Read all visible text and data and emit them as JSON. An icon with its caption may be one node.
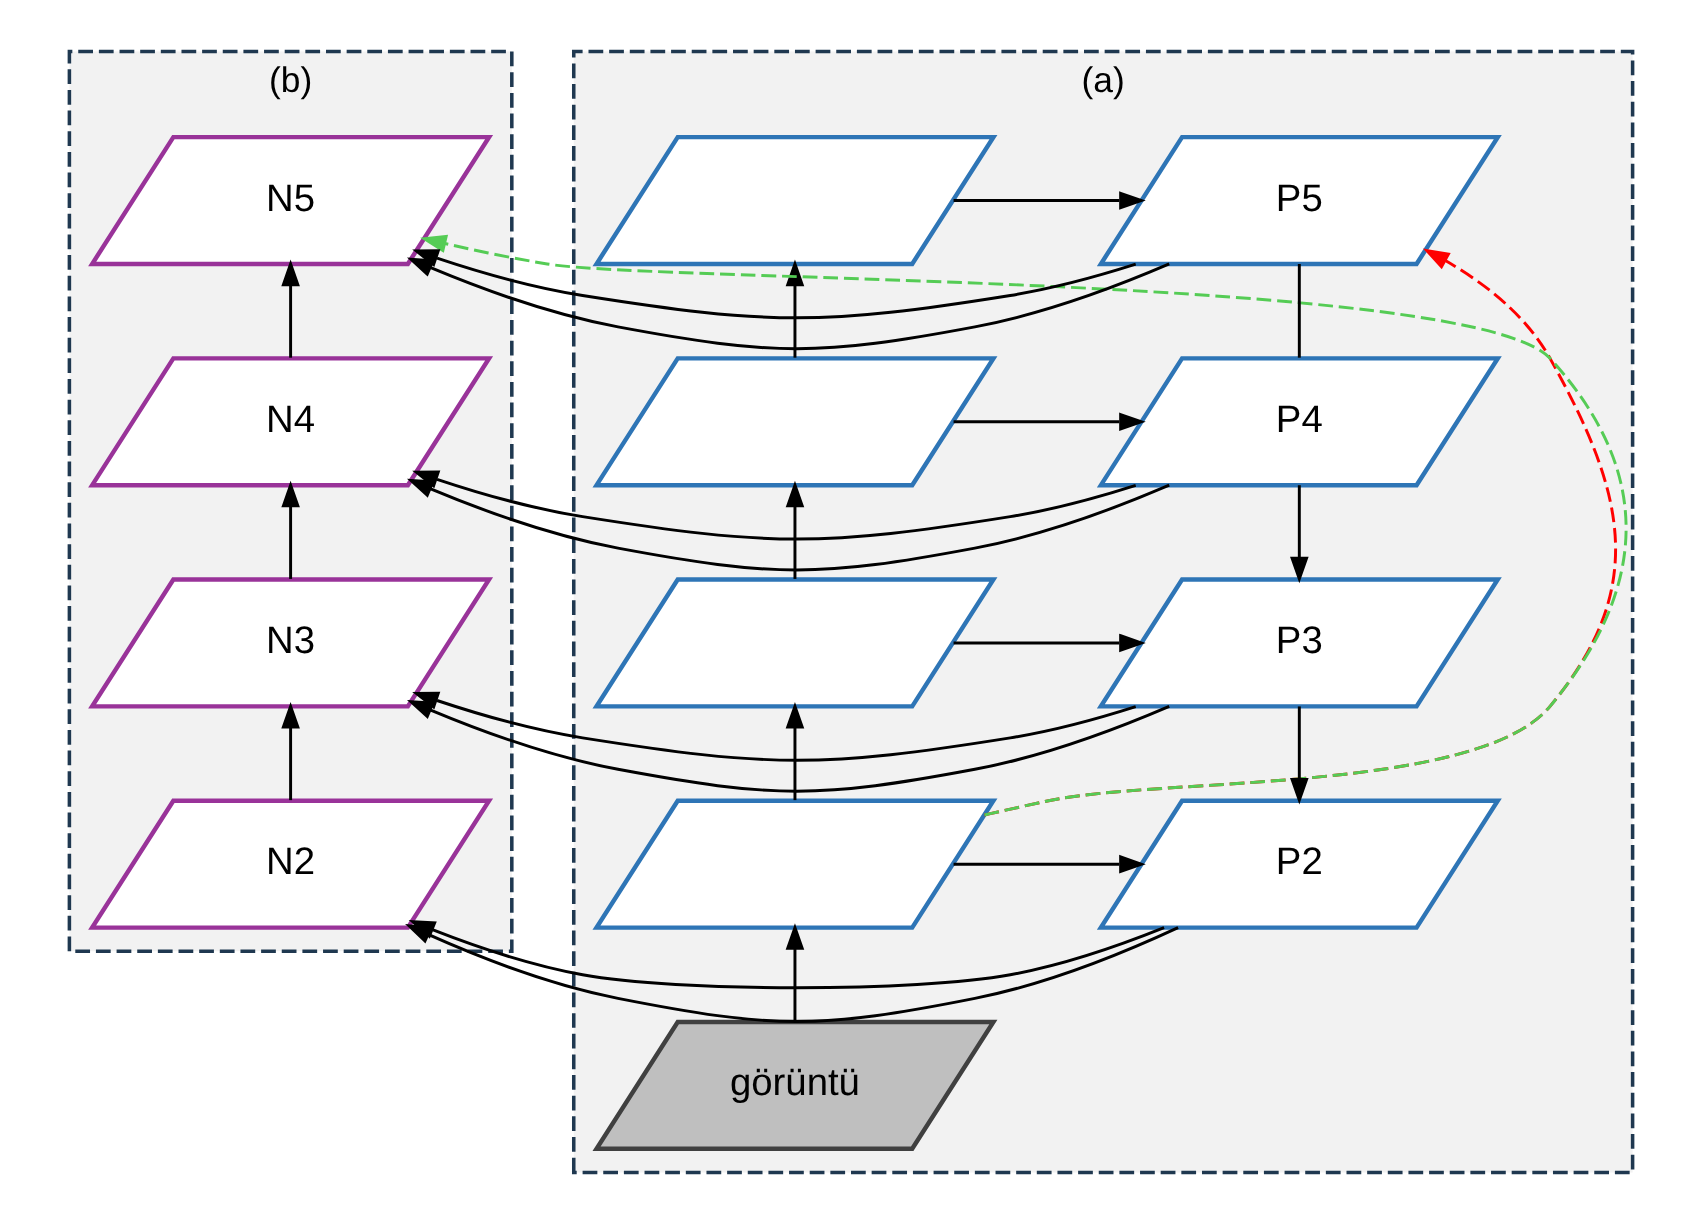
{
  "diagram": {
    "nodes": [
      {
        "text": [
          "(a)"
        ]
      },
      {
        "text": [],
        "shape": "parallelogram",
        "in": 0
      },
      {
        "text": [],
        "shape": "parallelogram",
        "in": 0
      },
      {
        "text": [],
        "shape": "parallelogram",
        "in": 0
      },
      {
        "text": [],
        "shape": "parallelogram",
        "in": 0
      },
      {
        "text": [
          "görüntü"
        ],
        "in": 0
      },
      {
        "text": [
          "P5"
        ],
        "in": 0
      },
      {
        "text": [
          "P4"
        ],
        "in": 0
      },
      {
        "text": [
          "P3"
        ],
        "in": 0
      },
      {
        "text": [
          "P2"
        ],
        "in": 0
      },
      {
        "text": [
          "(b)"
        ]
      },
      {
        "text": [
          "N5"
        ],
        "in": 10
      },
      {
        "text": [
          "N4"
        ],
        "in": 10
      },
      {
        "text": [
          "N3"
        ],
        "in": 10
      },
      {
        "text": [
          "N2"
        ],
        "in": 10
      }
    ],
    "edges": [
      {
        "from": 5,
        "to": 4,
        "arrow": "to"
      },
      {
        "from": 4,
        "to": 3,
        "arrow": "to"
      },
      {
        "from": 3,
        "to": 2,
        "arrow": "to"
      },
      {
        "from": 2,
        "to": 1,
        "arrow": "to"
      },
      {
        "from": 1,
        "to": 6,
        "arrow": "to"
      },
      {
        "from": 2,
        "to": 7,
        "arrow": "to"
      },
      {
        "from": 6,
        "to": 7,
        "arrow": "none"
      },
      {
        "from": 3,
        "to": 8,
        "arrow": "to"
      },
      {
        "from": 7,
        "to": 8,
        "arrow": "to"
      },
      {
        "from": 4,
        "to": 9,
        "arrow": "to"
      },
      {
        "from": 8,
        "to": 9,
        "arrow": "to"
      },
      {
        "from": 4,
        "to": 6,
        "arrow": "to",
        "style": "dashed",
        "color": "#ff0000"
      },
      {
        "from": 4,
        "to": 11,
        "arrow": "to",
        "style": "dashed",
        "color": "#55cc55"
      },
      {
        "from": 6,
        "to": 11,
        "arrow": "to"
      },
      {
        "from": 7,
        "to": 12,
        "arrow": "to"
      },
      {
        "from": 8,
        "to": 13,
        "arrow": "to"
      },
      {
        "from": 9,
        "to": 14,
        "arrow": "to"
      },
      {
        "from": 14,
        "to": 13,
        "arrow": "to"
      },
      {
        "from": 13,
        "to": 12,
        "arrow": "to"
      },
      {
        "from": 12,
        "to": 11,
        "arrow": "to"
      }
    ]
  }
}
